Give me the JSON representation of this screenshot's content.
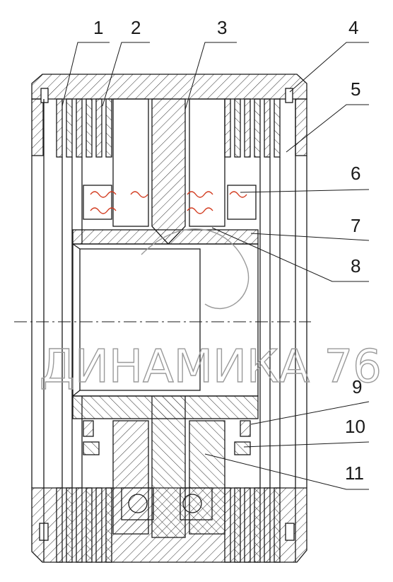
{
  "diagram": {
    "callouts": [
      {
        "id": "1",
        "label": "1"
      },
      {
        "id": "2",
        "label": "2"
      },
      {
        "id": "3",
        "label": "3"
      },
      {
        "id": "4",
        "label": "4"
      },
      {
        "id": "5",
        "label": "5"
      },
      {
        "id": "6",
        "label": "6"
      },
      {
        "id": "7",
        "label": "7"
      },
      {
        "id": "8",
        "label": "8"
      },
      {
        "id": "9",
        "label": "9"
      },
      {
        "id": "10",
        "label": "10"
      },
      {
        "id": "11",
        "label": "11"
      }
    ],
    "watermark": "ДИНАМИКА 76",
    "colors": {
      "line": "#1a1a1a",
      "hatch": "#333333",
      "watermark": "#9a9a9a",
      "spring": "#d23a1e"
    }
  }
}
